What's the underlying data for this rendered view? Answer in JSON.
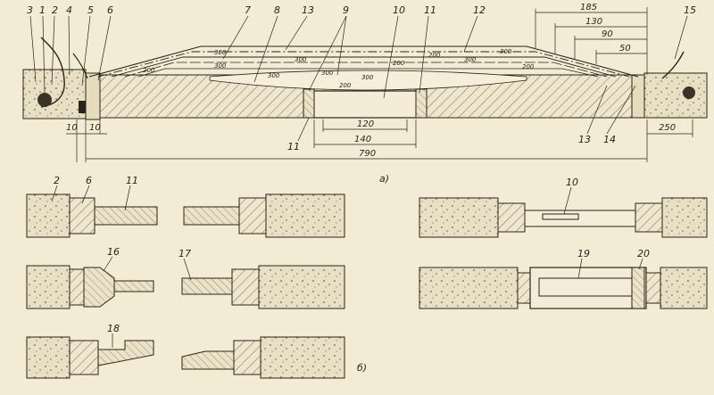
{
  "figure": {
    "part_a_label": "а)",
    "part_b_label": "б)"
  },
  "callouts_top": [
    "3",
    "1",
    "2",
    "4",
    "5",
    "6",
    "7",
    "8",
    "13",
    "9",
    "10",
    "11",
    "12",
    "15"
  ],
  "callouts_bottom": [
    "11",
    "13",
    "14"
  ],
  "layer_marks": [
    "300",
    "300",
    "300",
    "200",
    "300",
    "300",
    "200",
    "300",
    "200",
    "200",
    "300",
    "200",
    "300"
  ],
  "dimensions": {
    "top_right": [
      "185",
      "130",
      "90",
      "50"
    ],
    "bottom": {
      "left_a": "10",
      "left_b": "10",
      "center_inner": "120",
      "center_outer": "140",
      "overall": "790",
      "right": "250"
    }
  },
  "detail_callouts": [
    "2",
    "6",
    "11",
    "10",
    "16",
    "17",
    "19",
    "20",
    "18"
  ],
  "colors": {
    "paper": "#f3ebd4",
    "ink": "#2a2418",
    "hatch": "#8a7e66"
  }
}
